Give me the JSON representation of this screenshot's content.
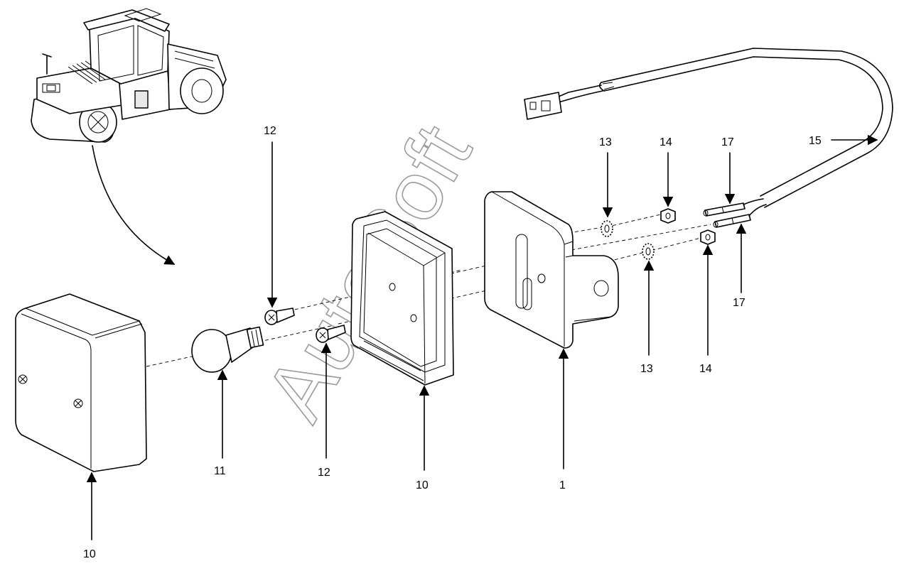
{
  "watermark": "AutoSoft",
  "callouts": [
    {
      "id": "c-12a",
      "label": "12"
    },
    {
      "id": "c-13a",
      "label": "13"
    },
    {
      "id": "c-14a",
      "label": "14"
    },
    {
      "id": "c-17a",
      "label": "17"
    },
    {
      "id": "c-15",
      "label": "15"
    },
    {
      "id": "c-17b",
      "label": "17"
    },
    {
      "id": "c-13b",
      "label": "13"
    },
    {
      "id": "c-14b",
      "label": "14"
    },
    {
      "id": "c-1",
      "label": "1"
    },
    {
      "id": "c-10b",
      "label": "10"
    },
    {
      "id": "c-12b",
      "label": "12"
    },
    {
      "id": "c-11",
      "label": "11"
    },
    {
      "id": "c-10a",
      "label": "10"
    }
  ]
}
